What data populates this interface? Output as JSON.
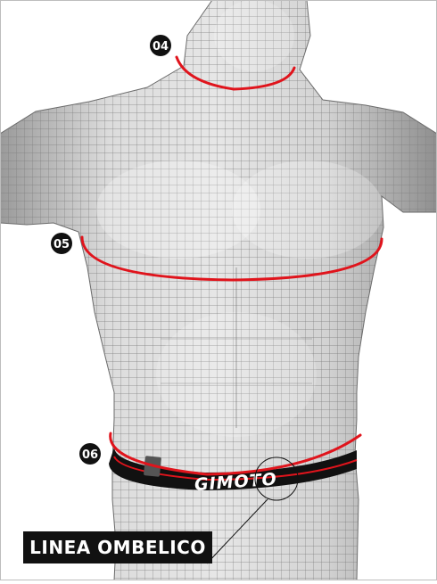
{
  "markers": [
    {
      "number": "04",
      "part": "neck"
    },
    {
      "number": "05",
      "part": "chest"
    },
    {
      "number": "06",
      "part": "waist"
    }
  ],
  "belt_logo": "GIMOTO",
  "callout_label": "LINEA OMBELICO",
  "colors": {
    "measure_line": "#e0141c",
    "badge": "#111111",
    "belt": "#111111",
    "mesh": "#8a8a8a",
    "body": "#d6d6d6"
  }
}
